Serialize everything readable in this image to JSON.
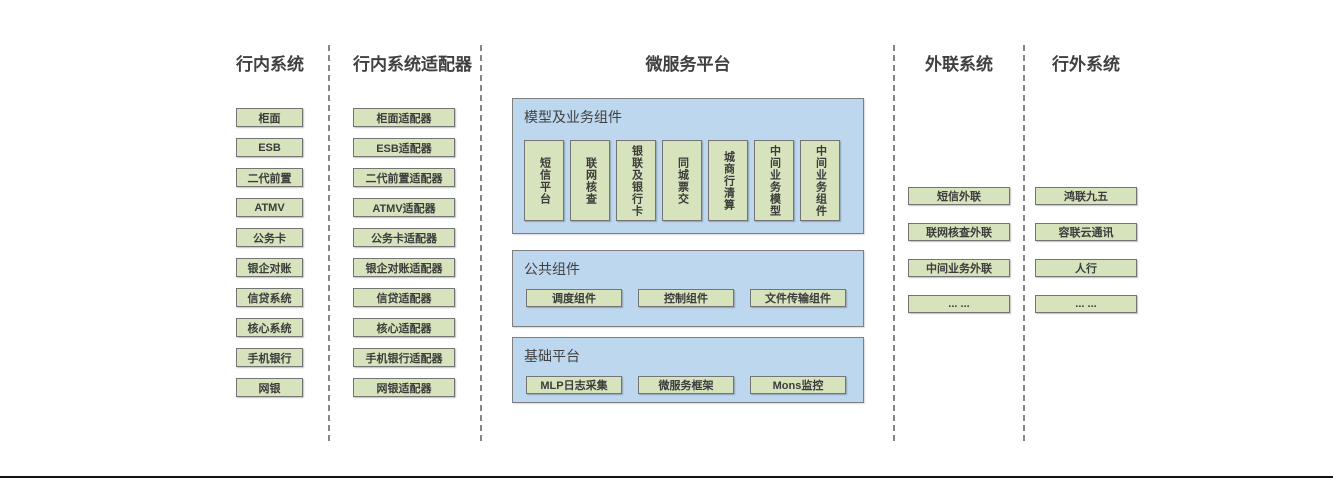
{
  "col1": {
    "title": "行内系统",
    "items": [
      "柜面",
      "ESB",
      "二代前置",
      "ATMV",
      "公务卡",
      "银企对账",
      "信贷系统",
      "核心系统",
      "手机银行",
      "网银"
    ]
  },
  "col2": {
    "title": "行内系统适配器",
    "items": [
      "柜面适配器",
      "ESB适配器",
      "二代前置适配器",
      "ATMV适配器",
      "公务卡适配器",
      "银企对账适配器",
      "信贷适配器",
      "核心适配器",
      "手机银行适配器",
      "网银适配器"
    ]
  },
  "platform": {
    "title": "微服务平台",
    "model": {
      "label": "模型及业务组件",
      "items": [
        "短信平台",
        "联网核查",
        "银联及银行卡",
        "同城票交",
        "城商行清算",
        "中间业务模型",
        "中间业务组件"
      ]
    },
    "common": {
      "label": "公共组件",
      "items": [
        "调度组件",
        "控制组件",
        "文件传输组件"
      ]
    },
    "base": {
      "label": "基础平台",
      "items": [
        "MLP日志采集",
        "微服务框架",
        "Mons监控"
      ]
    }
  },
  "col4": {
    "title": "外联系统",
    "items": [
      "短信外联",
      "联网核查外联",
      "中间业务外联",
      "... ..."
    ]
  },
  "col5": {
    "title": "行外系统",
    "items": [
      "鸿联九五",
      "容联云通讯",
      "人行",
      "... ..."
    ]
  },
  "colors": {
    "box_fill": "#d6e3bc",
    "box_border": "#747474",
    "panel_fill": "#bdd7ee",
    "panel_border": "#7f7f7f",
    "text": "#3f3f3f",
    "separator": "#868686",
    "bottom_line": "#141414"
  }
}
